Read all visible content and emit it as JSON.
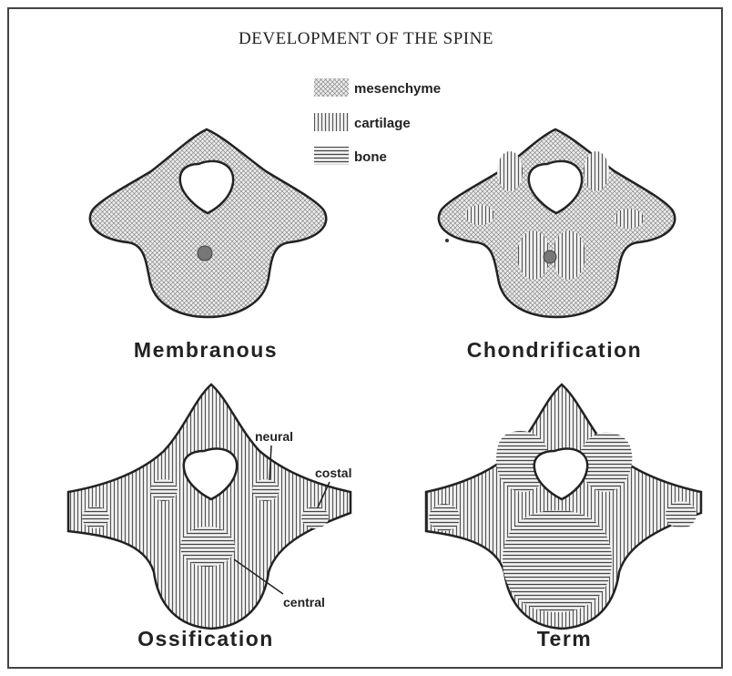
{
  "title": "DEVELOPMENT OF THE SPINE",
  "legend": [
    {
      "key": "mesenchyme",
      "label": "mesenchyme"
    },
    {
      "key": "cartilage",
      "label": "cartilage"
    },
    {
      "key": "bone",
      "label": "bone"
    }
  ],
  "stages": [
    {
      "key": "membranous",
      "label": "Membranous"
    },
    {
      "key": "chondrification",
      "label": "Chondrification"
    },
    {
      "key": "ossification",
      "label": "Ossification"
    },
    {
      "key": "term",
      "label": "Term"
    }
  ],
  "annotations": {
    "neural": "neural",
    "costal": "costal",
    "central": "central"
  },
  "colors": {
    "ink": "#222222",
    "fill_light": "#e4e4e4",
    "hatch": "#555555"
  }
}
